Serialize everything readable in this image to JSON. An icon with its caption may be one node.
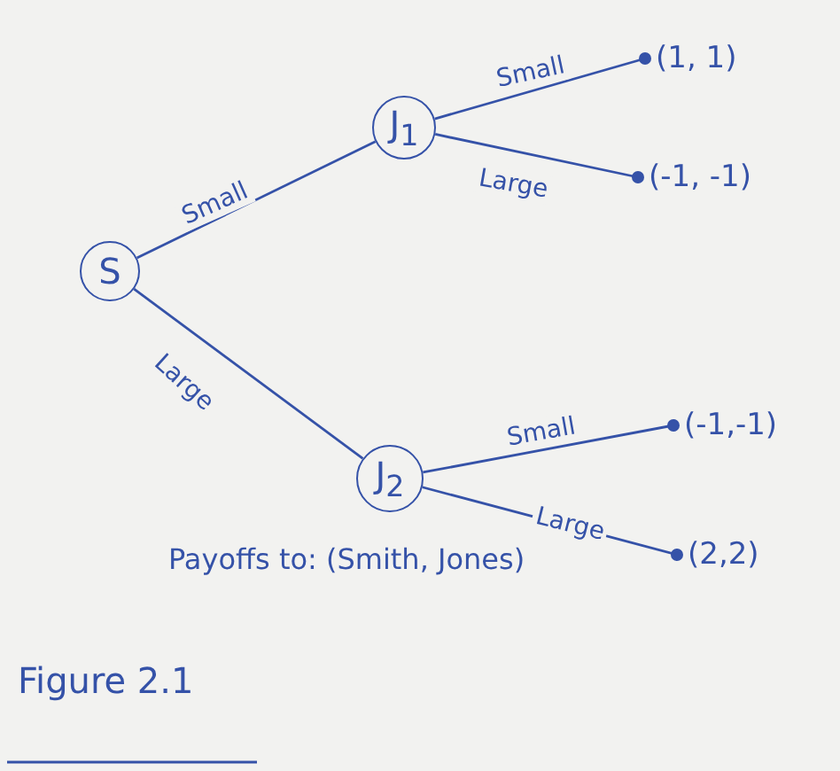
{
  "diagram": {
    "caption": "Figure 2.1",
    "nodes": [
      {
        "text": [
          "S"
        ]
      },
      {
        "text": [
          "J$_{1}$"
        ]
      },
      {
        "text": [
          "J$_{2}$"
        ]
      },
      {
        "text": [
          "(1, 1)"
        ]
      },
      {
        "text": [
          "(-1, -1)"
        ]
      },
      {
        "text": [
          "(-1,-1)"
        ]
      },
      {
        "text": [
          "(2,2)"
        ]
      }
    ],
    "edges": [
      {
        "from": 0,
        "to": 1,
        "arrow": "none",
        "label": "Small"
      },
      {
        "from": 0,
        "to": 2,
        "arrow": "none",
        "label": "Large"
      },
      {
        "from": 1,
        "to": 3,
        "arrow": "other",
        "label": "Small"
      },
      {
        "from": 1,
        "to": 4,
        "arrow": "other",
        "label": "Large"
      },
      {
        "from": 2,
        "to": 5,
        "arrow": "other",
        "label": "Small"
      },
      {
        "from": 2,
        "to": 6,
        "arrow": "other",
        "label": "Large"
      }
    ],
    "labels": [
      "Payoffs to: (Smith, Jones)"
    ]
  }
}
